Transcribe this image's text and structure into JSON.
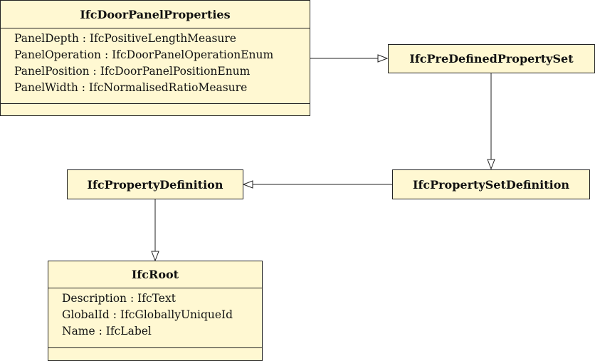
{
  "classes": {
    "door_panel_properties": {
      "name": "IfcDoorPanelProperties",
      "attributes": [
        "PanelDepth : IfcPositiveLengthMeasure",
        "PanelOperation : IfcDoorPanelOperationEnum",
        "PanelPosition : IfcDoorPanelPositionEnum",
        "PanelWidth : IfcNormalisedRatioMeasure"
      ]
    },
    "predefined_property_set": {
      "name": "IfcPreDefinedPropertySet"
    },
    "property_set_definition": {
      "name": "IfcPropertySetDefinition"
    },
    "property_definition": {
      "name": "IfcPropertyDefinition"
    },
    "root": {
      "name": "IfcRoot",
      "attributes": [
        "Description : IfcText",
        "GlobalId : IfcGloballyUniqueId",
        "Name : IfcLabel"
      ]
    }
  },
  "relationships": [
    {
      "from": "IfcDoorPanelProperties",
      "to": "IfcPreDefinedPropertySet",
      "type": "generalization"
    },
    {
      "from": "IfcPreDefinedPropertySet",
      "to": "IfcPropertySetDefinition",
      "type": "generalization"
    },
    {
      "from": "IfcPropertySetDefinition",
      "to": "IfcPropertyDefinition",
      "type": "generalization"
    },
    {
      "from": "IfcPropertyDefinition",
      "to": "IfcRoot",
      "type": "generalization"
    }
  ],
  "colors": {
    "box_fill": "#fff8d2",
    "box_border": "#222222",
    "line": "#222222"
  }
}
